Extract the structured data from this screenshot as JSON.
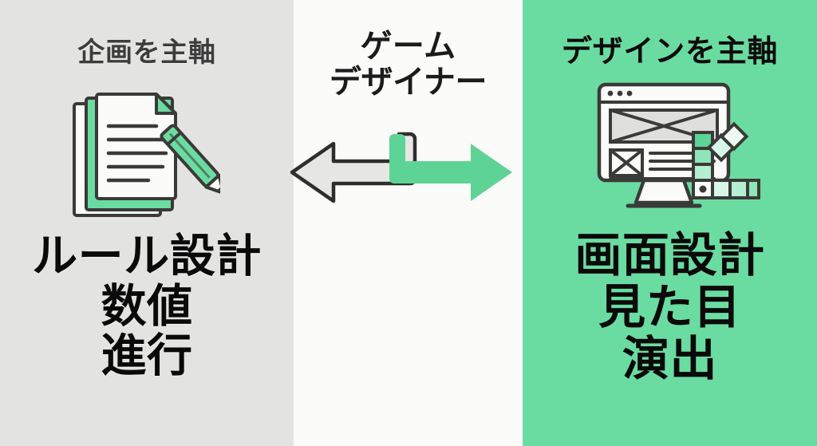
{
  "colors": {
    "left_panel_bg": "#e3e4e1",
    "center_panel_bg": "#fbfbfa",
    "right_panel_bg": "#6bdca1",
    "accent_green": "#5ed396",
    "icon_outline": "#3a3a38",
    "heading_left_text": "#3d3d3d",
    "heading_right_text": "#0b0b0b",
    "keyword_text": "#0a0a0a"
  },
  "center": {
    "title_line1": "ゲーム",
    "title_line2": "デザイナー",
    "arrow_left_name": "bent-arrow-left",
    "arrow_right_name": "bent-arrow-right"
  },
  "left": {
    "heading": "企画を主軸",
    "icon": "document-with-pencil-icon",
    "keywords": [
      "ルール設計",
      "数値",
      "進行"
    ]
  },
  "right": {
    "heading": "デザインを主軸",
    "icon": "monitor-wireframe-palette-icon",
    "keywords": [
      "画面設計",
      "見た目",
      "演出"
    ]
  }
}
